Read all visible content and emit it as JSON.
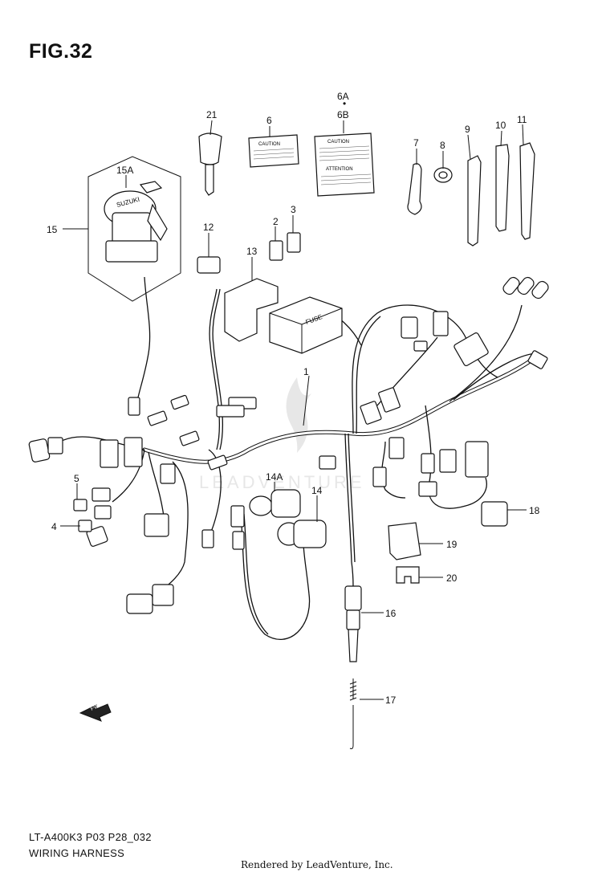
{
  "figure": {
    "title": "FIG.32",
    "model_code": "LT-A400K3 P03 P28_032",
    "caption": "WIRING HARNESS",
    "credit": "Rendered by LeadVenture, Inc.",
    "watermark": "LEADVENTURE"
  },
  "callouts": {
    "c1": "1",
    "c2": "2",
    "c3": "3",
    "c4": "4",
    "c5": "5",
    "c6": "6",
    "c6a": "6A",
    "c6b": "6B",
    "c7": "7",
    "c8": "8",
    "c9": "9",
    "c10": "10",
    "c11": "11",
    "c12": "12",
    "c13": "13",
    "c14": "14",
    "c14a": "14A",
    "c15": "15",
    "c15a": "15A",
    "c16": "16",
    "c17": "17",
    "c18": "18",
    "c19": "19",
    "c20": "20",
    "c21": "21"
  },
  "labels": {
    "caution_small": "CAUTION",
    "caution_large": "CAUTION",
    "attention": "ATTENTION",
    "fuse": "FUSE",
    "fwd": "FWD",
    "key_brand": "SUZUKI"
  }
}
